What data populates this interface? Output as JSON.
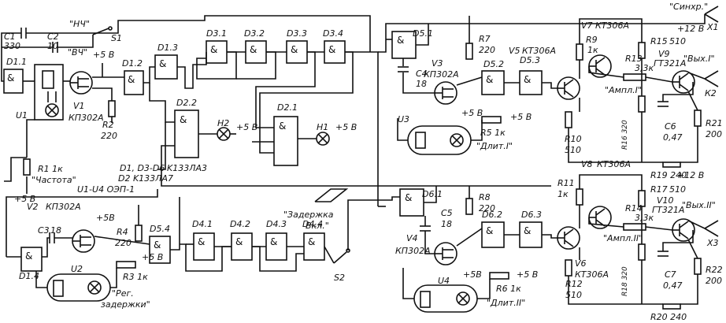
{
  "legend": {
    "line1": "D1, D3-D6",
    "line1b": "K133ЛА3",
    "line2": "D2  K133ЛА7",
    "line3": "U1-U4  ОЭП-1"
  },
  "gate_symbol": "&",
  "top": {
    "c1": "C1",
    "c1v": "330",
    "c2": "C2",
    "c2v": "10",
    "sw_hf": "\"ВЧ\"",
    "sw_lf": "\"НЧ\"",
    "s1": "S1",
    "d11": "D1.1",
    "u1": "U1",
    "v1": "V1",
    "v1t": "КП302А",
    "p5a": "+5 В",
    "d12": "D1.2",
    "d13": "D1.3",
    "r2": "R2",
    "r2v": "220",
    "r1": "R1  1к",
    "r1n": "\"Частота\"",
    "p5b": "+5 В",
    "d31": "D3.1",
    "d32": "D3.2",
    "d33": "D3.3",
    "d34": "D3.4",
    "d22": "D2.2",
    "h2": "H2",
    "p5c": "+5 В",
    "d21": "D2.1",
    "h1": "H1",
    "p5d": "+5 В"
  },
  "ch1": {
    "sync": "\"Синхр.\"",
    "x1": "X1",
    "d51": "D5.1",
    "c4": "C4",
    "c4v": "18",
    "v3": "V3",
    "v3t": "КП302А",
    "r7": "R7",
    "r7v": "220",
    "d52": "D5.2",
    "d53": "D5.3",
    "v5": "V5",
    "v5t": "КТ306А",
    "u3": "U3",
    "p5e": "+5 В",
    "r5": "R5  1к",
    "r5n": "\"Длит.I\"",
    "p5f": "+5 В",
    "v7": "V7",
    "v7t": "КТ306А",
    "r9": "R9",
    "r9v": "1к",
    "r15": "R15",
    "r15v": "510",
    "p12": "+12 В",
    "r13": "R13",
    "r13v": "3,3к",
    "v9": "V9",
    "v9t": "ГТ321А",
    "out": "\"Вых.I\"",
    "k2": "К2",
    "amp": "\"Ампл.I\"",
    "r10": "R10",
    "r10v": "510",
    "r16": "R16  320",
    "c6": "C6",
    "c6v": "0,47",
    "r21": "R21",
    "r21v": "200",
    "r19": "R19  240"
  },
  "bot": {
    "v2": "V2",
    "v2t": "КП302А",
    "c3": "C3",
    "c3v": "18",
    "p5g": "+5В",
    "r4": "R4",
    "r4v": "220",
    "d54": "D5.4",
    "d14": "D1.4",
    "u2": "U2",
    "r3": "R3  1к",
    "p5h": "+5 В",
    "reg": "\"Рег.",
    "reg2": "задержки\"",
    "d41": "D4.1",
    "d42": "D4.2",
    "d43": "D4.3",
    "d44": "D4.4",
    "delay": "\"Задержка",
    "delay2": "Вкл.\"",
    "s2": "S2"
  },
  "ch2": {
    "d61": "D6.1",
    "c5": "C5",
    "c5v": "18",
    "r8": "R8",
    "r8v": "220",
    "d62": "D6.2",
    "d63": "D6.3",
    "v4": "V4",
    "v4t": "КП302А",
    "p5i": "+5В",
    "u4": "U4",
    "r6": "R6  1к",
    "r6n": "\"Длит.II\"",
    "p5j": "+5 В",
    "r11": "R11",
    "r11v": "1к",
    "v8": "V8",
    "v8t": "КТ306А",
    "r17": "R17",
    "r17v": "510",
    "p12": "+12 В",
    "r14": "R14",
    "r14v": "3,3к",
    "v10": "V10",
    "v10t": "ГТ321А",
    "out": "\"Вых.II\"",
    "x3": "X3",
    "amp": "\"Ампл.II\"",
    "v6": "V6",
    "v6t": "КТ306А",
    "r12": "R12",
    "r12v": "510",
    "r18": "R18  320",
    "c7": "C7",
    "c7v": "0,47",
    "r22": "R22",
    "r22v": "200",
    "r20": "R20  240"
  }
}
